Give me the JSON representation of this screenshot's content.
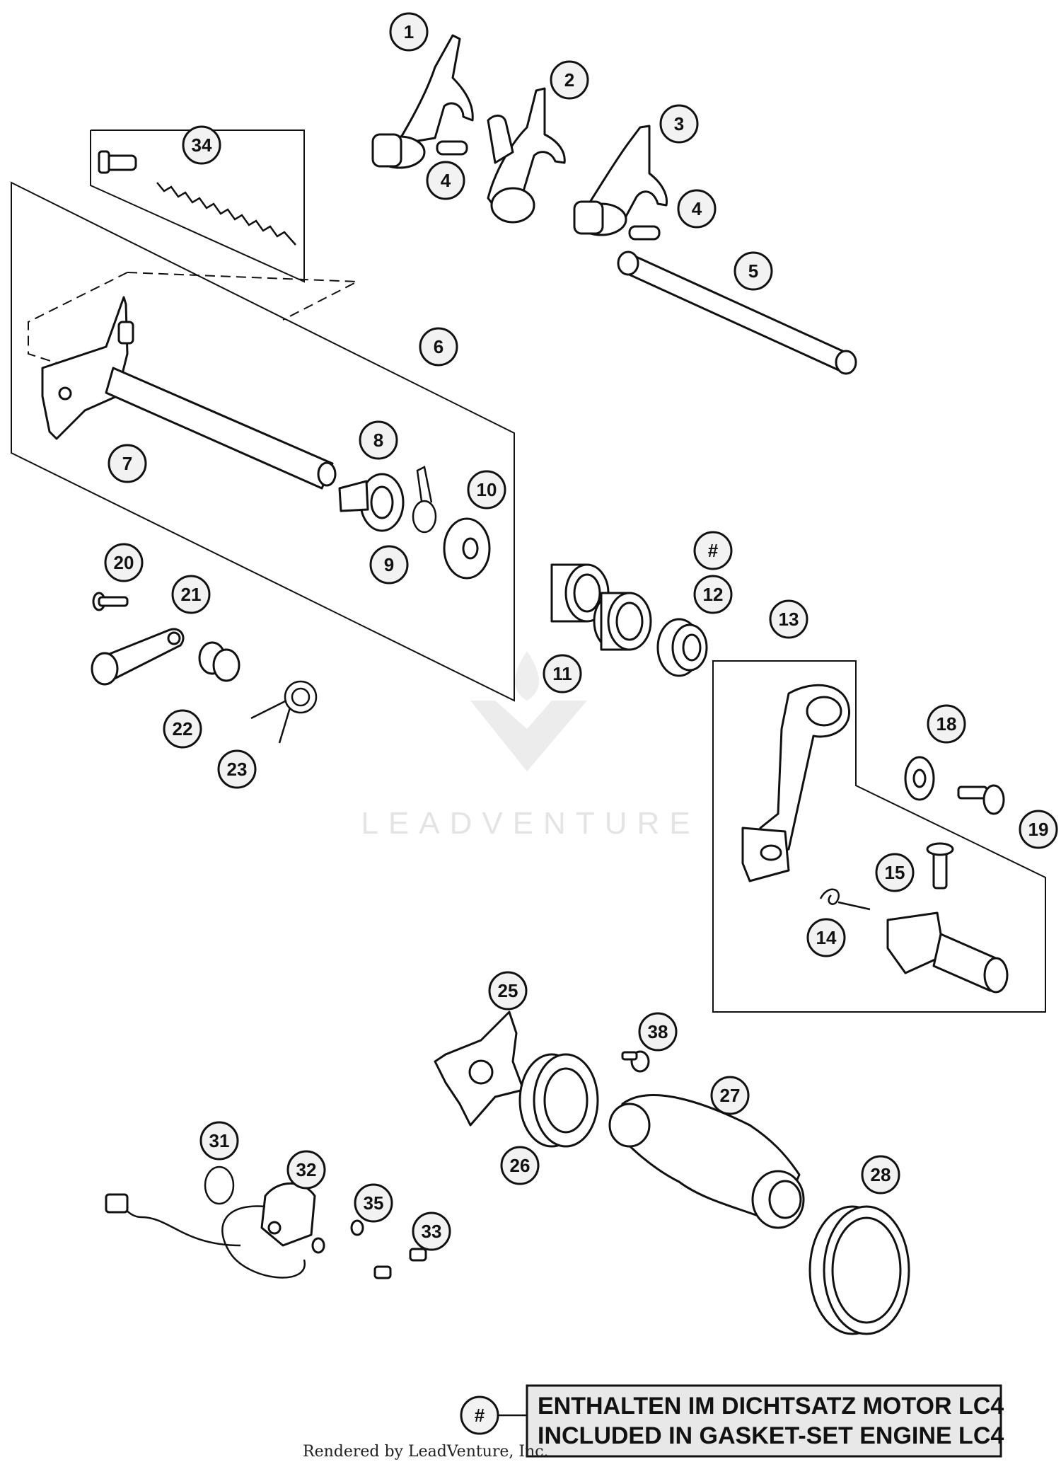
{
  "diagram": {
    "callouts": [
      {
        "label": "1"
      },
      {
        "label": "2"
      },
      {
        "label": "3"
      },
      {
        "label": "4"
      },
      {
        "label": "4"
      },
      {
        "label": "5"
      },
      {
        "label": "34"
      },
      {
        "label": "6"
      },
      {
        "label": "7"
      },
      {
        "label": "8"
      },
      {
        "label": "9"
      },
      {
        "label": "10"
      },
      {
        "label": "20"
      },
      {
        "label": "21"
      },
      {
        "label": "22"
      },
      {
        "label": "23"
      },
      {
        "label": "11"
      },
      {
        "label": "#"
      },
      {
        "label": "12"
      },
      {
        "label": "13"
      },
      {
        "label": "18"
      },
      {
        "label": "19"
      },
      {
        "label": "15"
      },
      {
        "label": "14"
      },
      {
        "label": "25"
      },
      {
        "label": "38"
      },
      {
        "label": "27"
      },
      {
        "label": "26"
      },
      {
        "label": "28"
      },
      {
        "label": "31"
      },
      {
        "label": "32"
      },
      {
        "label": "35"
      },
      {
        "label": "33"
      }
    ],
    "watermark": "LEADVENTURE"
  },
  "legend": {
    "symbol": "#",
    "line1": "ENTHALTEN IM DICHTSATZ MOTOR LC4",
    "line2": "INCLUDED IN GASKET-SET ENGINE LC4"
  },
  "footer": {
    "credit": "Rendered by LeadVenture, Inc."
  }
}
